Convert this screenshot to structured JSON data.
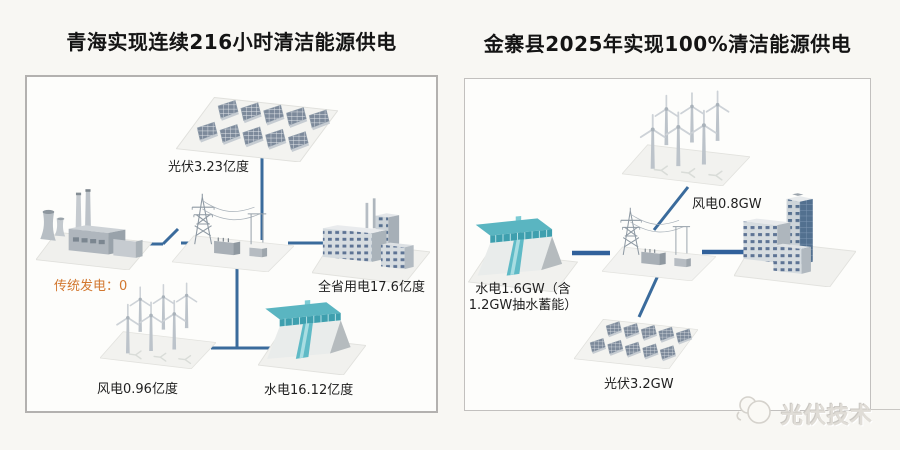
{
  "qinghai": {
    "title": "青海实现连续216小时清洁能源供电",
    "labels": {
      "solar": "光伏3.23亿度",
      "traditional": "传统发电：0",
      "city": "全省用电17.6亿度",
      "wind": "风电0.96亿度",
      "hydro": "水电16.12亿度"
    }
  },
  "jinzhai": {
    "title": "金寨县2025年实现100%清洁能源供电",
    "labels": {
      "wind": "风电0.8GW",
      "hydro_line1": "水电1.6GW（含",
      "hydro_line2": "1.2GW抽水蓄能）",
      "solar": "光伏3.2GW"
    }
  },
  "watermark": {
    "text": "光伏技术"
  },
  "colors": {
    "grid_line_blue": "#3a6b9c",
    "accent_orange": "#d2772f",
    "hydro_teal": "#5ab5c1",
    "page_background": "#f8f7f3"
  }
}
